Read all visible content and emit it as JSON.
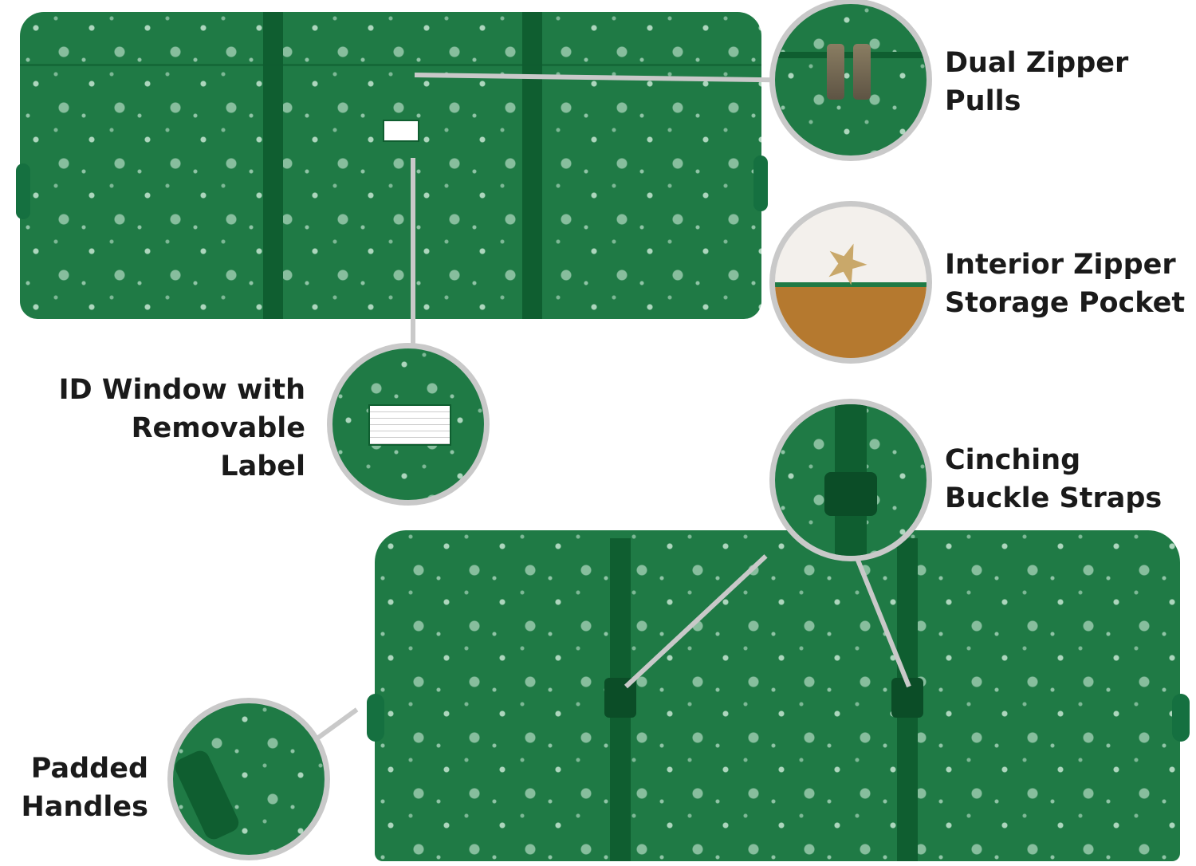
{
  "callouts": {
    "dual_zipper": "Dual Zipper\nPulls",
    "interior_pocket": "Interior Zipper\nStorage Pocket",
    "id_window": "ID Window with\nRemovable\nLabel",
    "buckle_straps": "Cinching\nBuckle Straps",
    "padded_handles": "Padded\nHandles"
  },
  "colors": {
    "fabric": "#1f7a45",
    "strap": "#0f5e30",
    "callout_ring": "#c9c9c9"
  }
}
